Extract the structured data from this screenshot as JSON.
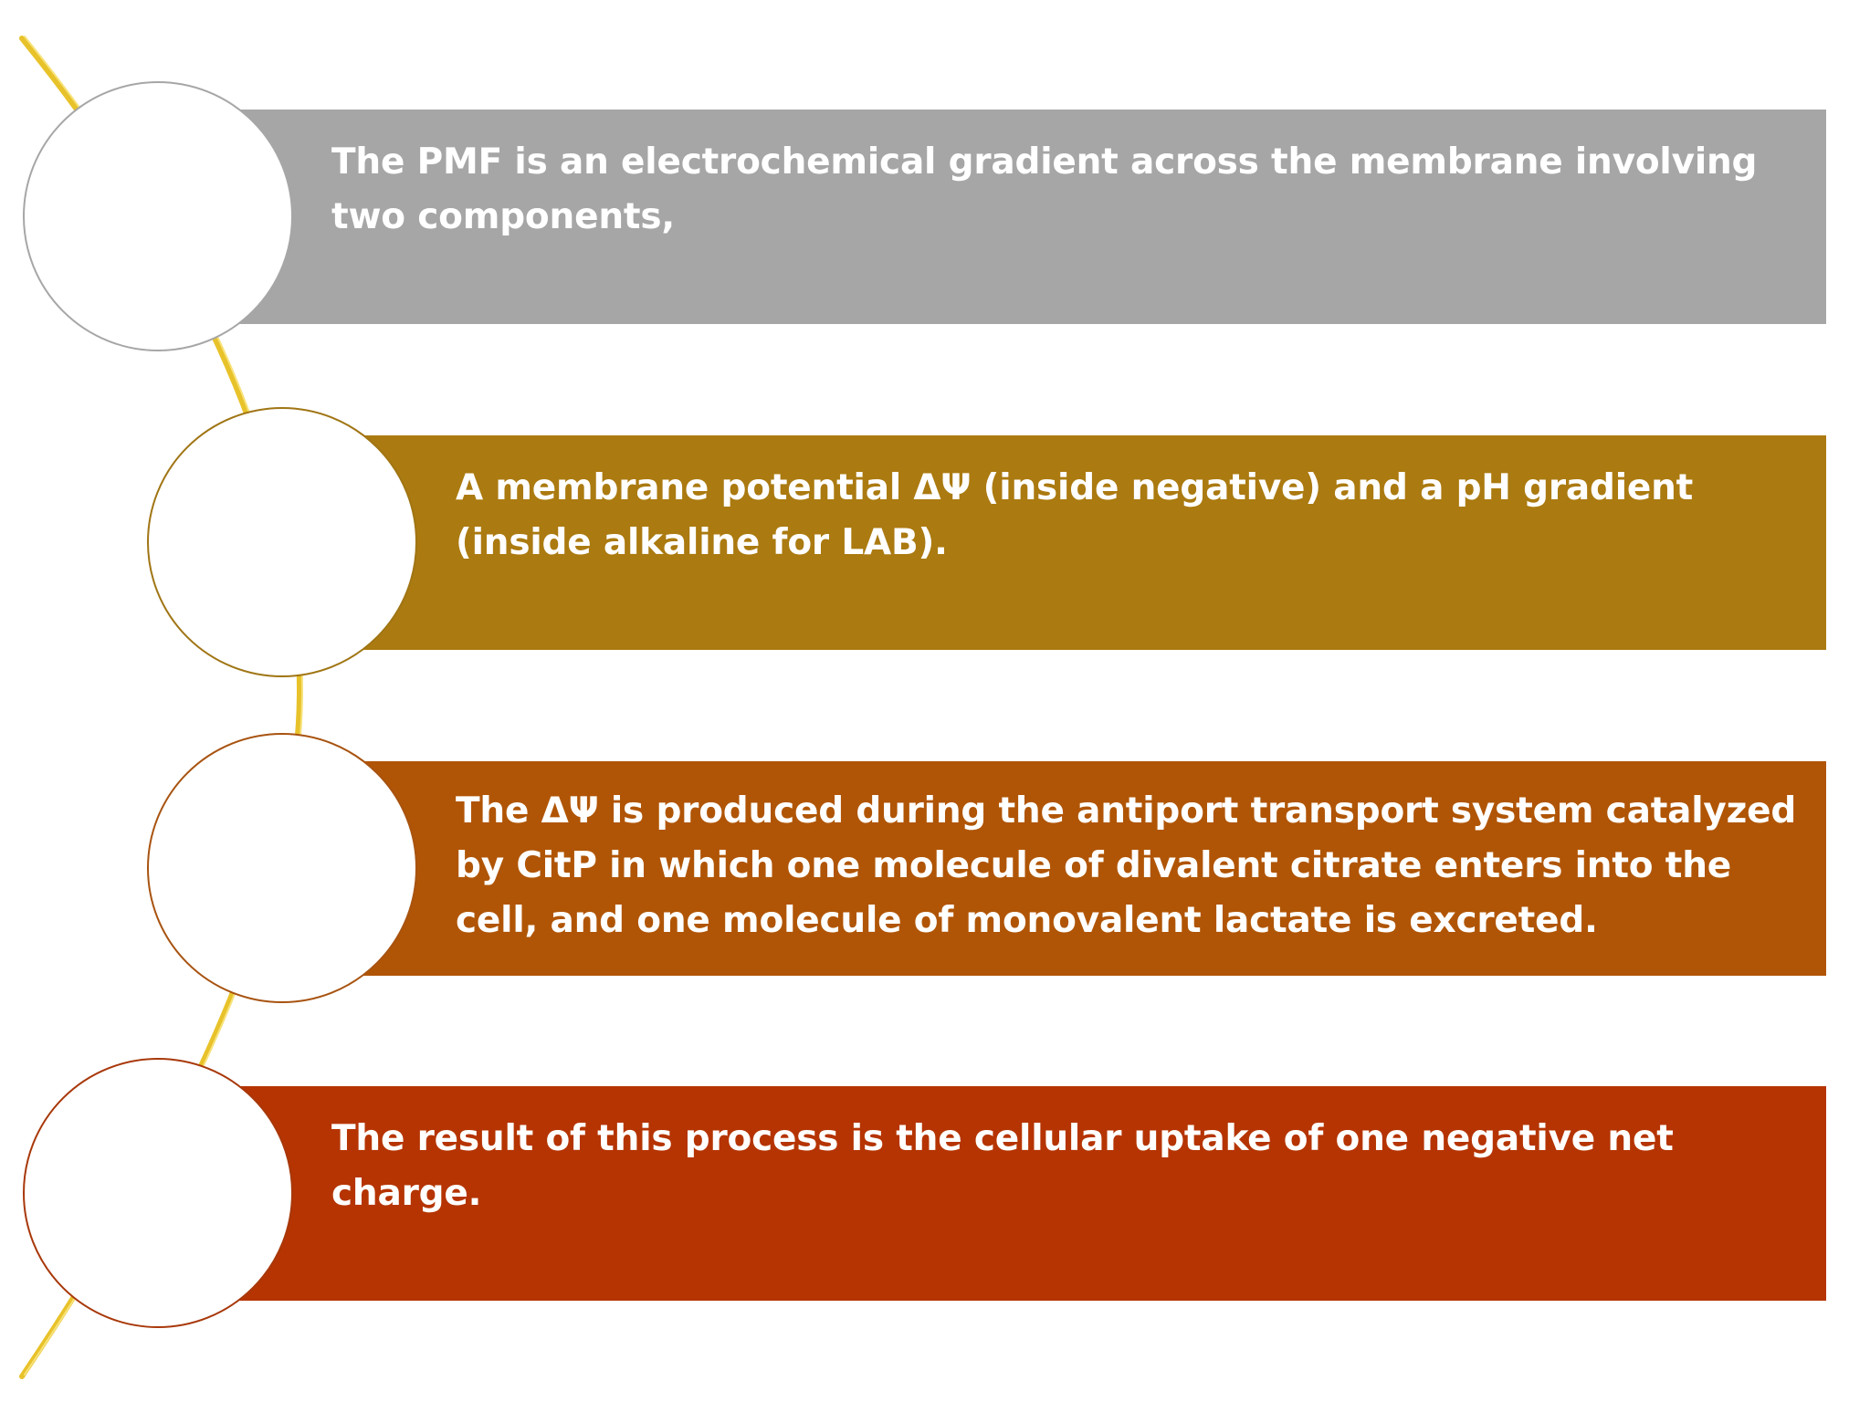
{
  "colors": {
    "connector": "#e8c22a",
    "connector_highlight": "#f7e27a"
  },
  "steps": [
    {
      "text": "The PMF is an electrochemical gradient across the membrane involving two components,",
      "bar_color": "#a6a6a6",
      "circle_border": "#a6a6a6"
    },
    {
      "text": "A membrane potential ΔΨ (inside negative) and a pH gradient (inside alkaline for LAB).",
      "bar_color": "#ab7a10",
      "circle_border": "#a07514"
    },
    {
      "text": "The ΔΨ is produced during the antiport transport system catalyzed by CitP in which one molecule of divalent citrate enters into the cell, and one molecule of monovalent lactate is excreted.",
      "bar_color": "#b05505",
      "circle_border": "#a85310"
    },
    {
      "text": "The result of this process is the cellular uptake of one negative net charge.",
      "bar_color": "#b53401",
      "circle_border": "#a8380a"
    }
  ]
}
